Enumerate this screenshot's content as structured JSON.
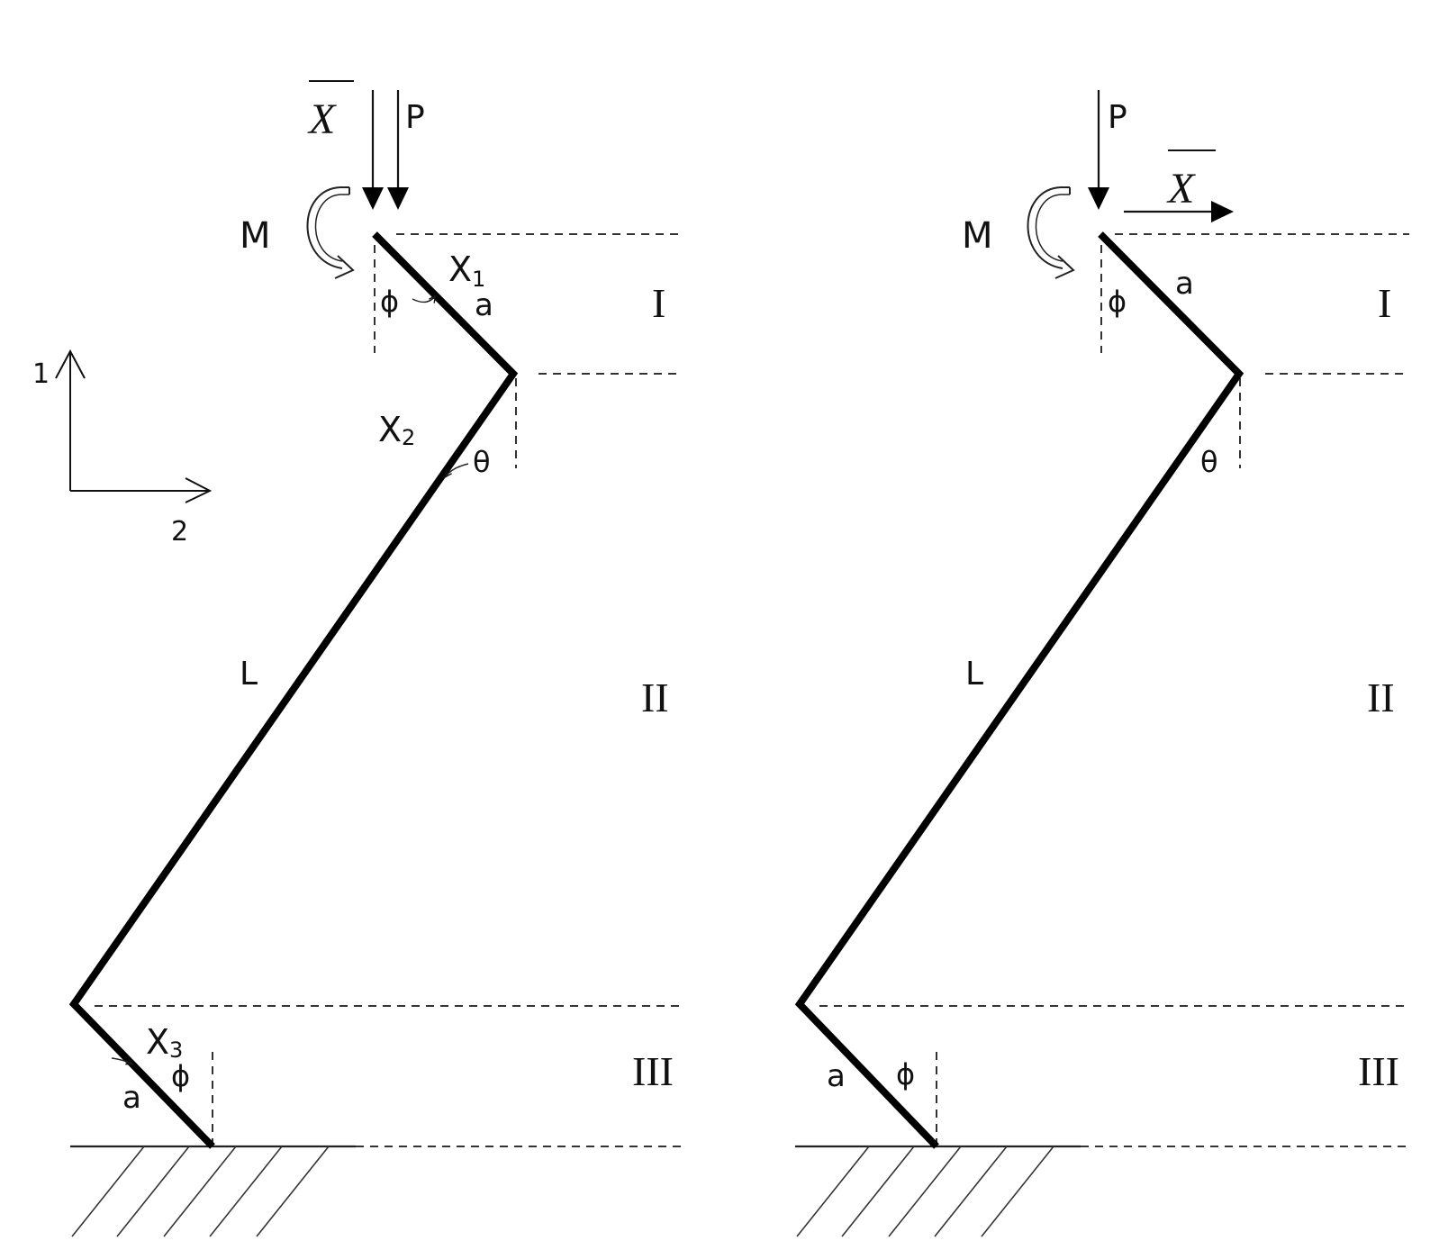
{
  "figure": {
    "panels": [
      {
        "id": "left",
        "loads": {
          "force_vertical": "P",
          "force_vertical_2": "X",
          "moment": "M"
        },
        "labels": {
          "top_length": "a",
          "top_angle": "ϕ",
          "mid_length": "L",
          "mid_angle": "θ",
          "bottom_length": "a",
          "bottom_angle": "ϕ"
        },
        "internal_forces": {
          "x1": "X",
          "x1_sub": "1",
          "x2": "X",
          "x2_sub": "2",
          "x3": "X",
          "x3_sub": "3"
        },
        "regions": [
          "I",
          "II",
          "III"
        ]
      },
      {
        "id": "right",
        "loads": {
          "force_vertical": "P",
          "force_horizontal": "X",
          "moment": "M"
        },
        "labels": {
          "top_length": "a",
          "top_angle": "ϕ",
          "mid_length": "L",
          "mid_angle": "θ",
          "bottom_length": "a",
          "bottom_angle": "ϕ"
        },
        "regions": [
          "I",
          "II",
          "III"
        ]
      }
    ],
    "axes": {
      "axis1": "1",
      "axis2": "2"
    },
    "colors": {
      "beam": "#000000",
      "dash": "#333333",
      "background": "#ffffff"
    }
  }
}
